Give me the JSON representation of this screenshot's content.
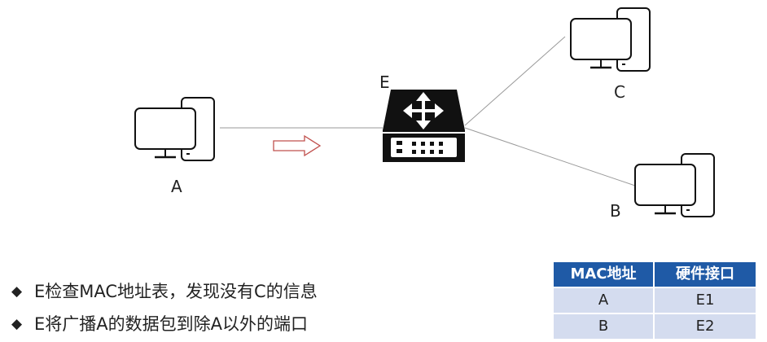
{
  "nodes": {
    "a": {
      "label": "A"
    },
    "b": {
      "label": "B"
    },
    "c": {
      "label": "C"
    },
    "e": {
      "label": "E"
    }
  },
  "colors": {
    "arrow": "#c0504d",
    "link": "#9a9a9a",
    "table_header": "#1f5aa6",
    "table_row": "#d4dcef"
  },
  "icons": {
    "computer": "computer-icon",
    "switch": "switch-icon",
    "bullet": "diamond-icon"
  },
  "bullets": [
    {
      "icon": "◆",
      "text": "E检查MAC地址表，发现没有C的信息"
    },
    {
      "icon": "◆",
      "text": "E将广播A的数据包到除A以外的端口"
    }
  ],
  "mac_table": {
    "headers": [
      "MAC地址",
      "硬件接口"
    ],
    "rows": [
      [
        "A",
        "E1"
      ],
      [
        "B",
        "E2"
      ]
    ]
  }
}
